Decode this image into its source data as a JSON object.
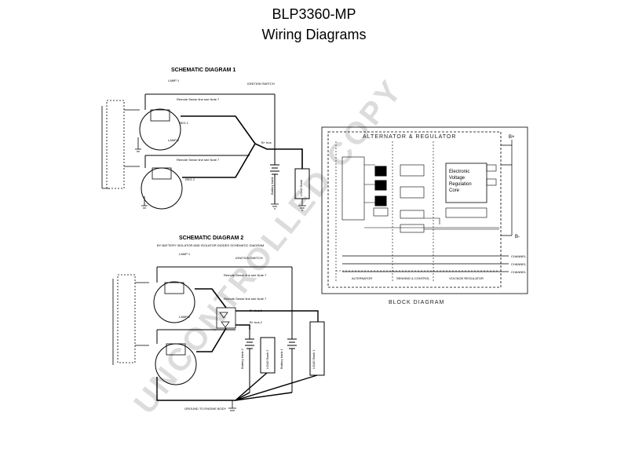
{
  "header": {
    "part_number": "BLP3360-MP",
    "title": "Wiring Diagrams"
  },
  "watermark": "UNCONTROLLED COPY",
  "schematic1": {
    "title": "SCHEMATIC DIAGRAM 1",
    "ignition_switch": "IGNITION SWITCH",
    "lamp1": "LAMP 1",
    "lamp2": "LAMP 2",
    "remote_sense1": "Remote Sense line see Note 7",
    "remote_sense2": "Remote Sense line see Note 7",
    "b_bus": "B+ bus",
    "ref1": "REG 1",
    "ref2": "REG 2",
    "batt": "Battery bank",
    "load": "LOAD Bank"
  },
  "schematic2": {
    "title": "SCHEMATIC DIAGRAM 2",
    "subtitle": "BY BATTERY ISOLATOR AND ISOLATOR DIODES SCHEMATIC DIAGRAM",
    "ignition_switch": "IGNITION SWITCH",
    "lamp1": "LAMP 1",
    "lamp2": "LAMP 2",
    "remote_sense1": "Remote Sense line see Note 7",
    "remote_sense2": "Remote Sense line see Note 7",
    "b_bus1": "B+ bus 1",
    "b_bus2": "B+ bus 2",
    "batt1": "Battery bank 1",
    "batt2": "Battery bank 2",
    "load1": "LOAD Bank 1",
    "load2": "LOAD Bank 2",
    "ground": "GROUND TO ENGINE BODY"
  },
  "block": {
    "title": "ALTERNATOR & REGULATOR",
    "caption": "BLOCK DIAGRAM",
    "core": [
      "Electronic",
      "Voltage",
      "Regulation",
      "Core"
    ],
    "b_plus": "B+",
    "b_minus": "B-",
    "channels": [
      "CHANNEL",
      "CHANNEL",
      "CHANNEL"
    ],
    "sections": [
      "ALTERNATOR",
      "SENSING & CONTROL",
      "VOLTAGE REGULATOR"
    ]
  }
}
